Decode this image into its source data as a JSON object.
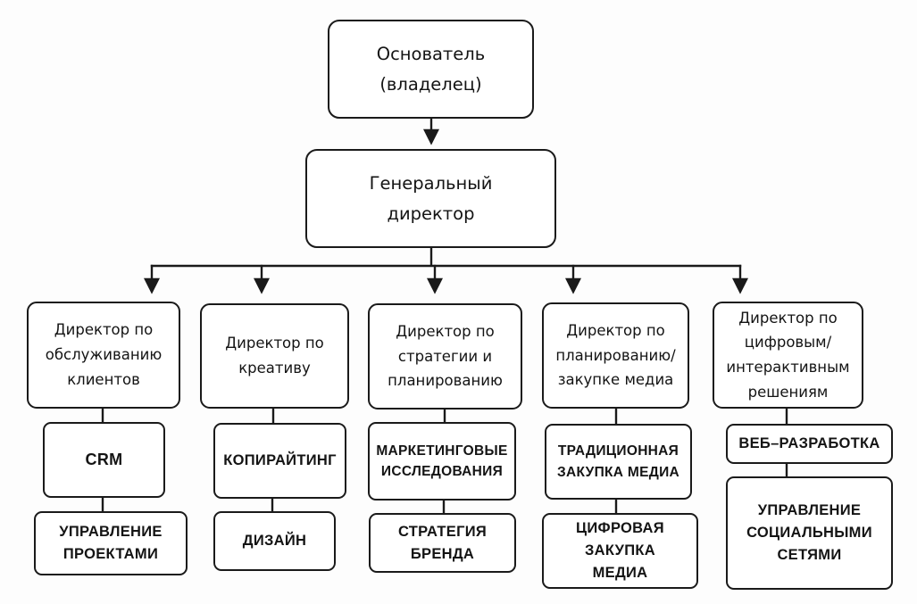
{
  "diagram": {
    "type": "org-chart",
    "root": {
      "label": "Основатель\n(владелец)"
    },
    "ceo": {
      "label": "Генеральный\nдиректор"
    },
    "branches": [
      {
        "director": {
          "label": "Директор по\nобслуживанию\nклиентов"
        },
        "children": [
          {
            "label": "CRM"
          },
          {
            "label": "УПРАВЛЕНИЕ\nПРОЕКТАМИ"
          }
        ]
      },
      {
        "director": {
          "label": "Директор по\nкреативу"
        },
        "children": [
          {
            "label": "КОПИРАЙТИНГ"
          },
          {
            "label": "ДИЗАЙН"
          }
        ]
      },
      {
        "director": {
          "label": "Директор по\nстратегии и\nпланированию"
        },
        "children": [
          {
            "label": "МАРКЕТИНГОВЫЕ\nИССЛЕДОВАНИЯ"
          },
          {
            "label": "СТРАТЕГИЯ\nБРЕНДА"
          }
        ]
      },
      {
        "director": {
          "label": "Директор по\nпланированию/\nзакупке медиа"
        },
        "children": [
          {
            "label": "ТРАДИЦИОННАЯ\nЗАКУПКА МЕДИА"
          },
          {
            "label": "ЦИФРОВАЯ\nЗАКУПКА\nМЕДИА"
          }
        ]
      },
      {
        "director": {
          "label": "Директор по\nцифровым/\nинтерактивным\nрешениям"
        },
        "children": [
          {
            "label": "ВЕБ–РАЗРАБОТКА"
          },
          {
            "label": "УПРАВЛЕНИЕ\nСОЦИАЛЬНЫМИ\nСЕТЯМИ"
          }
        ]
      }
    ],
    "colors": {
      "background": "#fdfdfd",
      "box_fill": "#ffffff",
      "box_border": "#1a1a1a",
      "text": "#141414",
      "line": "#1a1a1a"
    }
  }
}
